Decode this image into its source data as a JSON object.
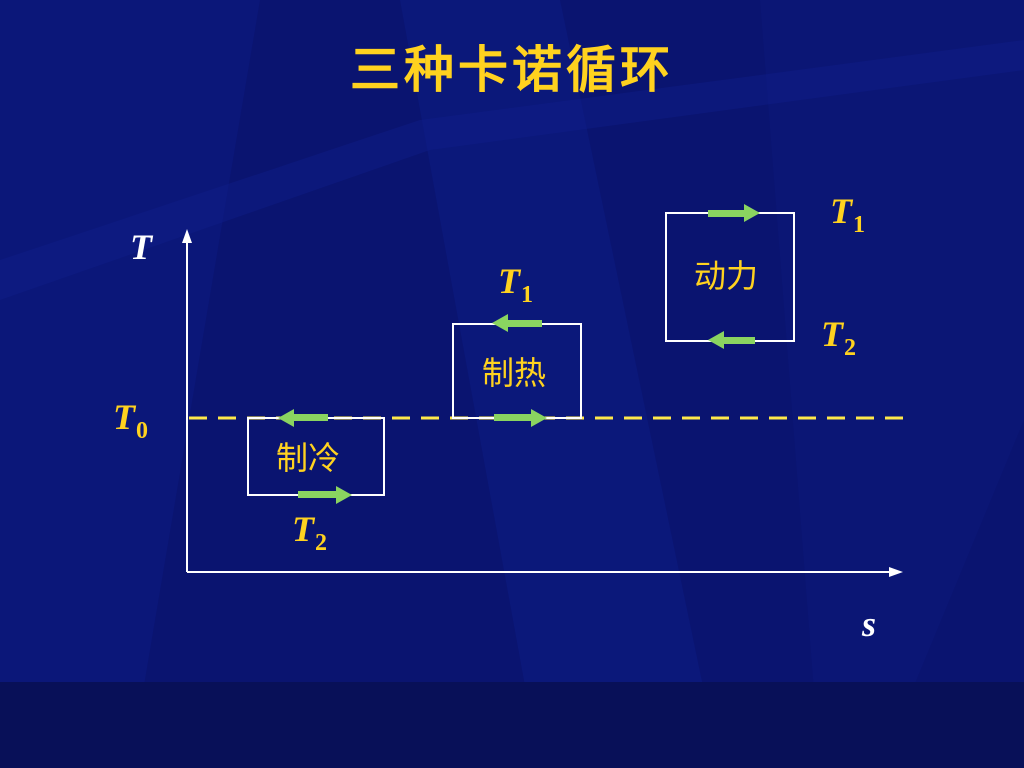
{
  "title": "三种卡诺循环",
  "axes": {
    "y_label": "T",
    "x_label": "s"
  },
  "reference_line": {
    "label_main": "T",
    "label_sub": "0",
    "color": "#ffe84a"
  },
  "cycles": [
    {
      "id": "power",
      "label": "动力",
      "top": {
        "main": "T",
        "sub": "1"
      },
      "bottom": {
        "main": "T",
        "sub": "2"
      },
      "top_arrow": "right",
      "bottom_arrow": "left"
    },
    {
      "id": "heat-pump",
      "label": "制热",
      "top": {
        "main": "T",
        "sub": "1"
      },
      "top_arrow": "left",
      "bottom_arrow": "right"
    },
    {
      "id": "refrigerator",
      "label": "制冷",
      "bottom": {
        "main": "T",
        "sub": "2"
      },
      "top_arrow": "left",
      "bottom_arrow": "right"
    }
  ],
  "colors": {
    "background": "#0a1470",
    "text": "#ffd21f",
    "arrow": "#8ad460",
    "line": "#ffffff"
  }
}
